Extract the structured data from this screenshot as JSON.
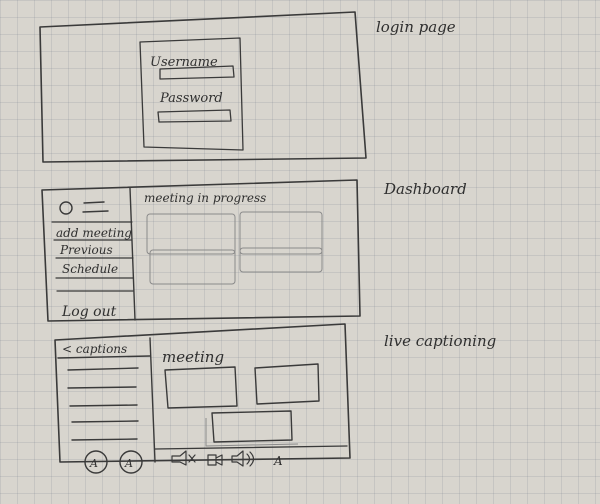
{
  "annotations": {
    "login": "login page",
    "dashboard": "Dashboard",
    "live": "live captioning"
  },
  "login_screen": {
    "username_label": "Username",
    "password_label": "Password"
  },
  "dashboard_screen": {
    "menu_items": [
      "add meeting",
      "Previous",
      "Schedule"
    ],
    "logout": "Log out",
    "header": "meeting in progress"
  },
  "captioning_screen": {
    "back_label": "< captions",
    "header": "meeting",
    "avatar_labels": [
      "A",
      "A"
    ],
    "toolbar_label": "A"
  }
}
